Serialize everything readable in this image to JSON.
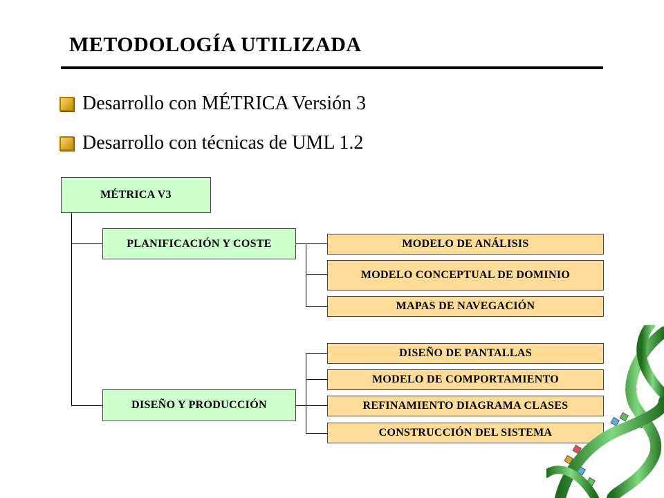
{
  "title": "METODOLOGÍA UTILIZADA",
  "bullets": [
    "Desarrollo con MÉTRICA Versión 3",
    "Desarrollo con técnicas de UML 1.2"
  ],
  "diagram": {
    "root": "MÉTRICA V3",
    "phases": [
      {
        "label": "PLANIFICACIÓN Y COSTE",
        "children": [
          "MODELO DE ANÁLISIS",
          "MODELO CONCEPTUAL DE DOMINIO",
          "MAPAS DE NAVEGACIÓN"
        ]
      },
      {
        "label": "DISEÑO Y PRODUCCIÓN",
        "children": [
          "DISEÑO DE PANTALLAS",
          "MODELO DE COMPORTAMIENTO",
          "REFINAMIENTO DIAGRAMA CLASES",
          "CONSTRUCCIÓN DEL SISTEMA"
        ]
      }
    ]
  },
  "colors": {
    "phase_box": "#ccffcc",
    "task_box": "#ffdd99",
    "bullet": "#c98f00"
  },
  "decoration": {
    "icon": "dna-helix-icon"
  }
}
